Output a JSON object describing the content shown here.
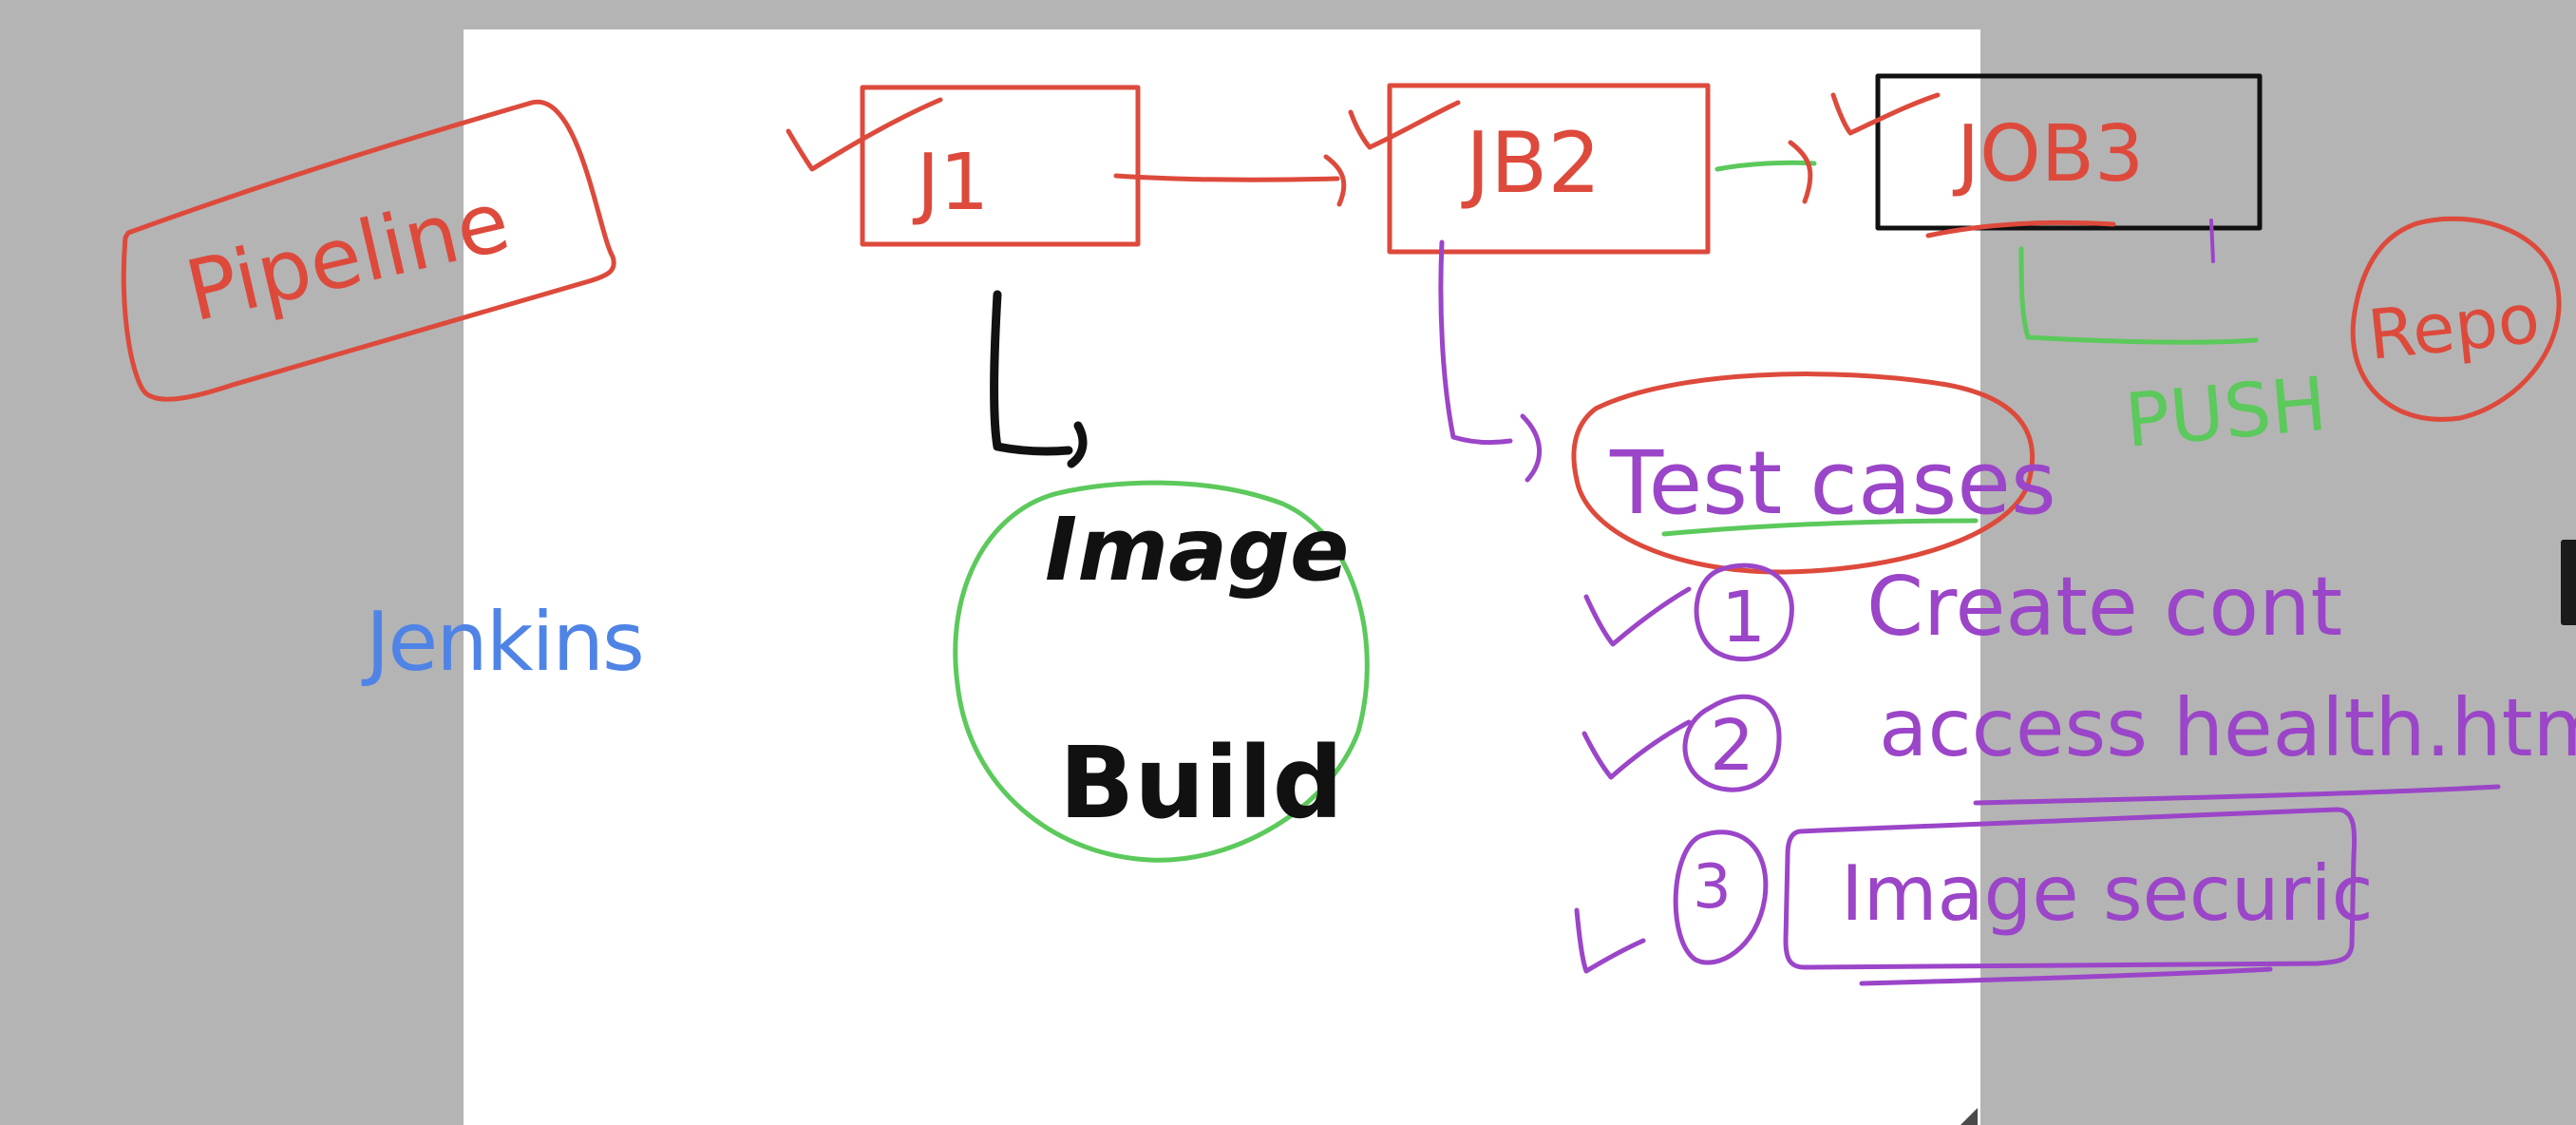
{
  "canvas": {
    "background_color": "#b4b4b4",
    "page_color": "#ffffff"
  },
  "colors": {
    "red": "#dd4a3c",
    "black": "#111111",
    "green": "#5bc95b",
    "purple": "#9b45c8",
    "blue": "#4f84e6"
  },
  "notes": {
    "pipeline": "Pipeline",
    "jenkins": "Jenkins",
    "job1": "J1",
    "job2": "JB2",
    "job3": "JOB3",
    "image_build_line1": "Image",
    "image_build_line2": "Build",
    "test_cases": "Test cases",
    "push": "PUSH",
    "repo": "Repo",
    "step1_number": "1",
    "step1_text": "Create cont",
    "step2_number": "2",
    "step2_text": "access health.htm",
    "step3_number": "3",
    "step3_text": "Image securic"
  },
  "icons": {
    "checkmark": "checkmark-icon",
    "arrow": "arrow-right-icon"
  }
}
